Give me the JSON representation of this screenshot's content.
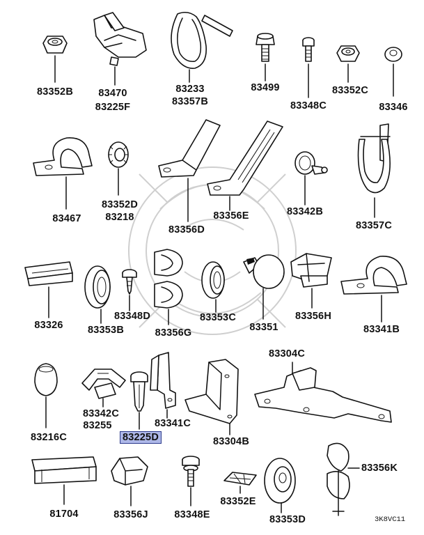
{
  "diagram": {
    "footer_code": "3K8VC11",
    "parts": [
      {
        "id": "p-83352B",
        "labels": [
          "83352B"
        ]
      },
      {
        "id": "p-83470",
        "labels": [
          "83470",
          "83225F"
        ]
      },
      {
        "id": "p-83233",
        "labels": [
          "83233",
          "83357B"
        ]
      },
      {
        "id": "p-83499",
        "labels": [
          "83499"
        ]
      },
      {
        "id": "p-83352C",
        "labels": [
          "83352C"
        ]
      },
      {
        "id": "p-83348C",
        "labels": [
          "83348C"
        ]
      },
      {
        "id": "p-83346",
        "labels": [
          "83346"
        ]
      },
      {
        "id": "p-83467",
        "labels": [
          "83467"
        ]
      },
      {
        "id": "p-83352D",
        "labels": [
          "83352D",
          "83218"
        ]
      },
      {
        "id": "p-83356D",
        "labels": [
          "83356D"
        ]
      },
      {
        "id": "p-83356E",
        "labels": [
          "83356E"
        ]
      },
      {
        "id": "p-83342B",
        "labels": [
          "83342B"
        ]
      },
      {
        "id": "p-83357C",
        "labels": [
          "83357C"
        ]
      },
      {
        "id": "p-83326",
        "labels": [
          "83326"
        ]
      },
      {
        "id": "p-83353B",
        "labels": [
          "83353B"
        ]
      },
      {
        "id": "p-83348D",
        "labels": [
          "83348D"
        ]
      },
      {
        "id": "p-83356G",
        "labels": [
          "83356G"
        ]
      },
      {
        "id": "p-83353C",
        "labels": [
          "83353C"
        ]
      },
      {
        "id": "p-83351",
        "labels": [
          "83351"
        ]
      },
      {
        "id": "p-83356H",
        "labels": [
          "83356H"
        ]
      },
      {
        "id": "p-83341B",
        "labels": [
          "83341B"
        ]
      },
      {
        "id": "p-83304C",
        "labels": [
          "83304C"
        ]
      },
      {
        "id": "p-83216C",
        "labels": [
          "83216C"
        ]
      },
      {
        "id": "p-83342C",
        "labels": [
          "83342C",
          "83255"
        ]
      },
      {
        "id": "p-83225D",
        "labels": [
          "83225D"
        ],
        "highlighted": true
      },
      {
        "id": "p-83341C",
        "labels": [
          "83341C"
        ]
      },
      {
        "id": "p-83304B",
        "labels": [
          "83304B"
        ]
      },
      {
        "id": "p-81704",
        "labels": [
          "81704"
        ]
      },
      {
        "id": "p-83356J",
        "labels": [
          "83356J"
        ]
      },
      {
        "id": "p-83348E",
        "labels": [
          "83348E"
        ]
      },
      {
        "id": "p-83352E",
        "labels": [
          "83352E"
        ]
      },
      {
        "id": "p-83353D",
        "labels": [
          "83353D"
        ]
      },
      {
        "id": "p-83356K",
        "labels": [
          "83356K"
        ]
      }
    ]
  }
}
